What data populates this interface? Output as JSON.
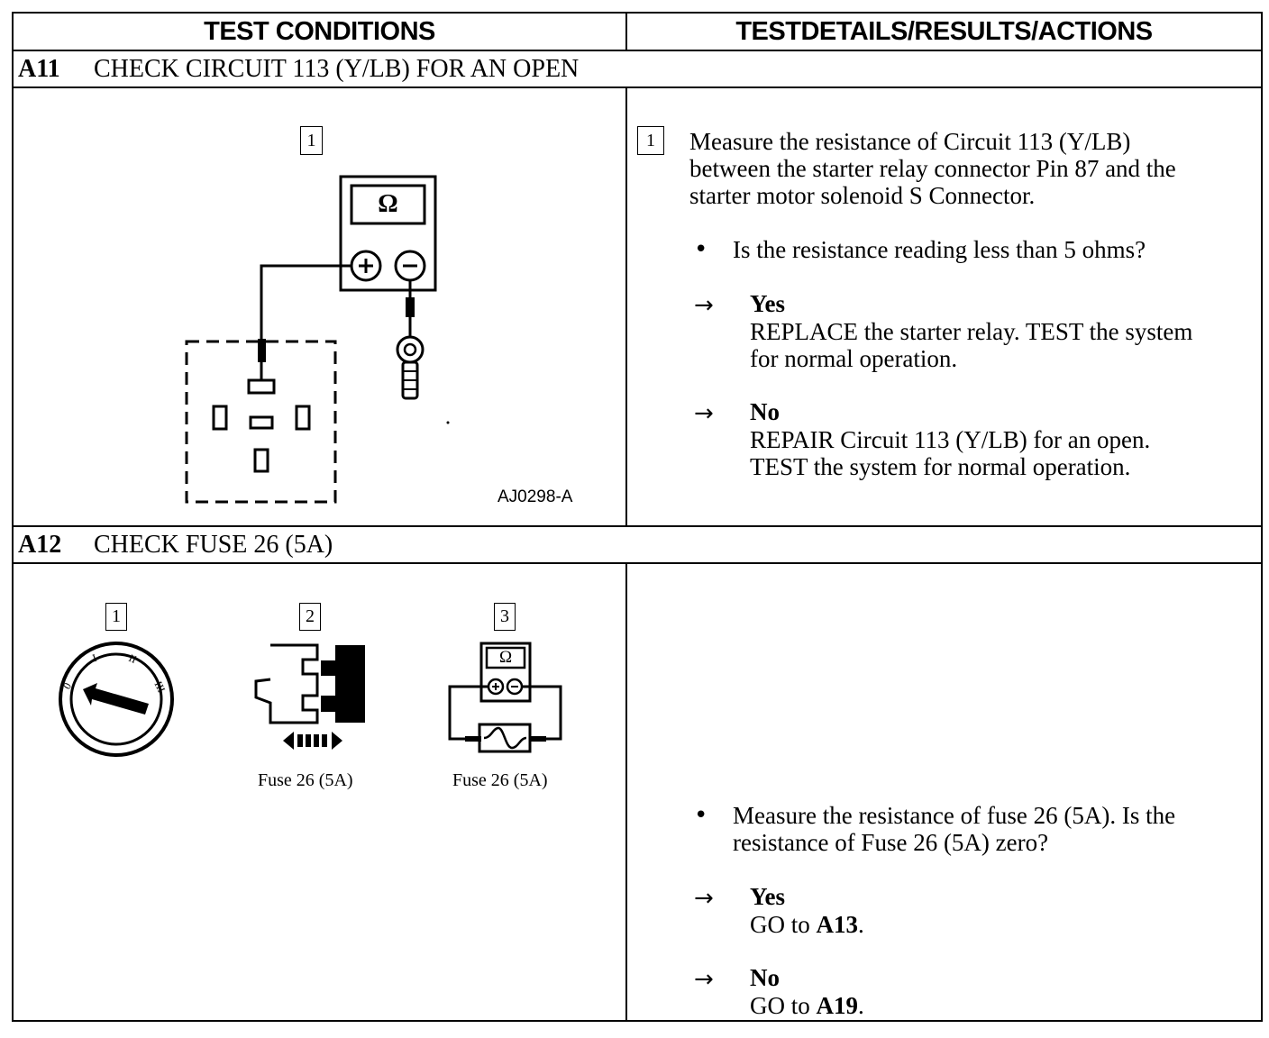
{
  "header": {
    "left": "TEST CONDITIONS",
    "right": "TESTDETAILS/RESULTS/ACTIONS"
  },
  "a11": {
    "id": "A11",
    "title": "CHECK CIRCUIT 113 (Y/LB) FOR AN OPEN",
    "figure_step": "1",
    "meter_symbol": "Ω",
    "figure_code": "AJ0298-A",
    "step_number": "1",
    "instruction_lines": [
      "Measure the resistance of Circuit 113 (Y/LB)",
      "between the starter relay connector Pin 87 and the",
      "starter motor solenoid S Connector."
    ],
    "question": "Is the resistance reading less than 5 ohms?",
    "yes_label": "Yes",
    "yes_lines": [
      "REPLACE the starter relay. TEST the system",
      "for normal operation."
    ],
    "no_label": "No",
    "no_lines": [
      "REPAIR Circuit 113 (Y/LB) for an open.",
      "TEST the system for normal operation."
    ]
  },
  "a12": {
    "id": "A12",
    "title": "CHECK FUSE 26 (5A)",
    "steps": [
      "1",
      "2",
      "3"
    ],
    "meter_symbol": "Ω",
    "ignition_labels": [
      "0",
      "I",
      "II",
      "III"
    ],
    "caption_2": "Fuse 26 (5A)",
    "caption_3": "Fuse 26 (5A)",
    "question_lines": [
      "Measure the resistance of fuse 26 (5A). Is the",
      "resistance of Fuse 26 (5A) zero?"
    ],
    "yes_label": "Yes",
    "yes_prefix": "GO to ",
    "yes_target": "A13",
    "yes_suffix": ".",
    "no_label": "No",
    "no_prefix": "GO to ",
    "no_target": "A19",
    "no_suffix": "."
  },
  "symbols": {
    "arrow": "→",
    "bullet": "•"
  },
  "icons": [
    "ohmmeter-icon",
    "connector-icon",
    "ring-terminal-icon",
    "ignition-switch-icon",
    "fuse-removal-icon",
    "fuse-test-icon"
  ]
}
